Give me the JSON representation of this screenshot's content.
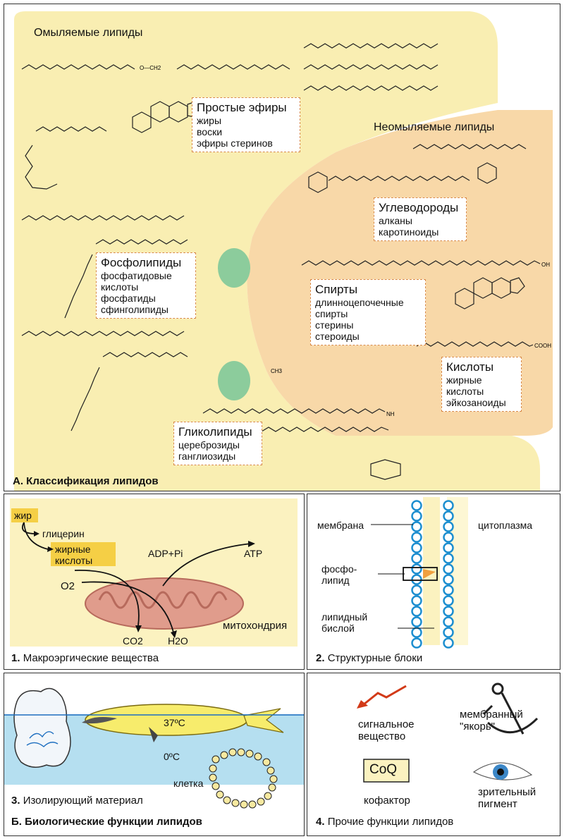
{
  "classification": {
    "panel_title": "А. Классификация липидов",
    "saponifiable_label": "Омыляемые липиды",
    "nonsaponifiable_label": "Неомыляемые липиды",
    "simple_esters": {
      "title": "Простые эфиры",
      "items": [
        "жиры",
        "воски",
        "эфиры стеринов"
      ]
    },
    "phospholipids": {
      "title": "Фосфолипиды",
      "items": [
        "фосфатидовые",
        "кислоты",
        "фосфатиды",
        "сфинголипиды"
      ]
    },
    "glycolipids": {
      "title": "Гликолипиды",
      "items": [
        "цереброзиды",
        "ганглиозиды"
      ]
    },
    "hydrocarbons": {
      "title": "Углеводороды",
      "items": [
        "алканы",
        "каротиноиды"
      ]
    },
    "alcohols": {
      "title": "Спирты",
      "items": [
        "длинноцепочечные",
        "спирты",
        "стерины",
        "стероиды"
      ]
    },
    "acids": {
      "title": "Кислоты",
      "items": [
        "жирные",
        "кислоты",
        "эйкозаноиды"
      ]
    },
    "chem_labels": {
      "oh": "OH",
      "cooh": "COOH",
      "ch3": "CH3",
      "nh": "NH",
      "och2": "O—CH2"
    }
  },
  "functions": {
    "panel_title": "Б. Биологические функции липидов",
    "energy": {
      "number": "1.",
      "title": "Макроэргические вещества",
      "fat": "жир",
      "glycerol": "глицерин",
      "fatty_acids": [
        "жирные",
        "кислоты"
      ],
      "o2": "O2",
      "adp": "ADP+Pi",
      "atp": "ATP",
      "co2": "CO2",
      "h2o": "H2O",
      "mito": "митохондрия"
    },
    "structure": {
      "number": "2.",
      "title": "Структурные блоки",
      "membrane": "мембрана",
      "cytoplasm": "цитоплазма",
      "phospholipid": [
        "фосфо-",
        "липид"
      ],
      "bilayer": [
        "липидный",
        "бислой"
      ]
    },
    "insulation": {
      "number": "3.",
      "title": "Изолирующий материал",
      "t_body": "37ºC",
      "t_water": "0ºC",
      "cell": "клетка"
    },
    "other": {
      "number": "4.",
      "title": "Прочие функции липидов",
      "signal": [
        "сигнальное",
        "вещество"
      ],
      "anchor": [
        "мембранный",
        "\"якорь\""
      ],
      "coq": "CoQ",
      "cofactor": "кофактор",
      "visual": [
        "зрительный",
        "пигмент"
      ]
    }
  },
  "colors": {
    "cream": "#f9eeb2",
    "orange": "#f8d8a8",
    "green": "#8ccc9c",
    "membrane": "#1e8fd0",
    "water": "#b5dff0"
  }
}
